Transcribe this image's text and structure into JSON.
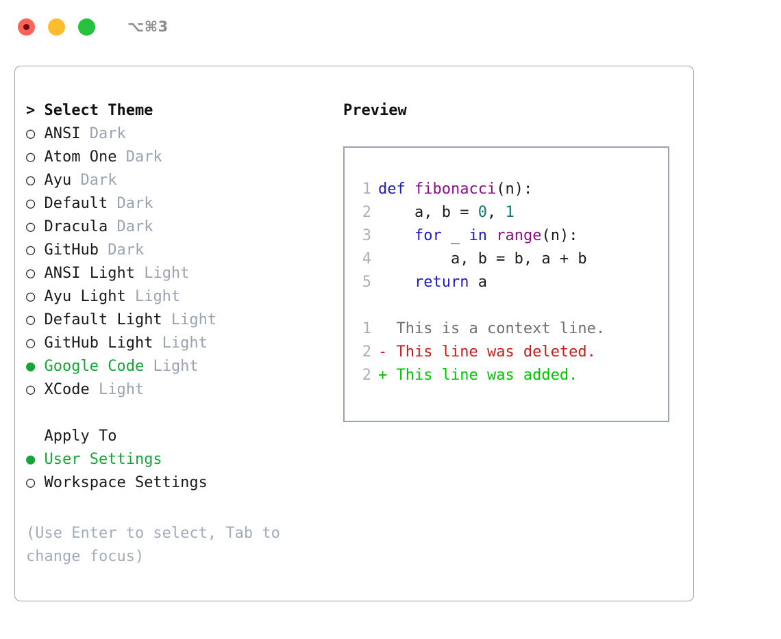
{
  "titlebar": {
    "shortcut": "⌥⌘3",
    "buttons": [
      {
        "name": "close",
        "color": "#ff6259"
      },
      {
        "name": "minimize",
        "color": "#ffbd2e"
      },
      {
        "name": "maximize",
        "color": "#24c23e"
      }
    ]
  },
  "theme_picker": {
    "header": "> Select Theme",
    "options": [
      {
        "bullet": "○",
        "label": "ANSI",
        "tag": "Dark",
        "selected": false
      },
      {
        "bullet": "○",
        "label": "Atom One",
        "tag": "Dark",
        "selected": false
      },
      {
        "bullet": "○",
        "label": "Ayu",
        "tag": "Dark",
        "selected": false
      },
      {
        "bullet": "○",
        "label": "Default",
        "tag": "Dark",
        "selected": false
      },
      {
        "bullet": "○",
        "label": "Dracula",
        "tag": "Dark",
        "selected": false
      },
      {
        "bullet": "○",
        "label": "GitHub",
        "tag": "Dark",
        "selected": false
      },
      {
        "bullet": "○",
        "label": "ANSI Light",
        "tag": "Light",
        "selected": false
      },
      {
        "bullet": "○",
        "label": "Ayu Light",
        "tag": "Light",
        "selected": false
      },
      {
        "bullet": "○",
        "label": "Default Light",
        "tag": "Light",
        "selected": false
      },
      {
        "bullet": "○",
        "label": "GitHub Light",
        "tag": "Light",
        "selected": false
      },
      {
        "bullet": "●",
        "label": "Google Code",
        "tag": "Light",
        "selected": true
      },
      {
        "bullet": "○",
        "label": "XCode",
        "tag": "Light",
        "selected": false
      }
    ]
  },
  "apply_to": {
    "header": "Apply To",
    "options": [
      {
        "bullet": "●",
        "label": "User Settings",
        "selected": true
      },
      {
        "bullet": "○",
        "label": "Workspace Settings",
        "selected": false
      }
    ]
  },
  "hint": "(Use Enter to select, Tab to change focus)",
  "preview": {
    "title": "Preview",
    "code_lines": [
      {
        "lineno": "1",
        "tokens": [
          {
            "text": "def ",
            "kind": "kw"
          },
          {
            "text": "fibonacci",
            "kind": "fn"
          },
          {
            "text": "(n):",
            "kind": "plain"
          }
        ]
      },
      {
        "lineno": "2",
        "tokens": [
          {
            "text": "    a, b = ",
            "kind": "plain"
          },
          {
            "text": "0",
            "kind": "num"
          },
          {
            "text": ", ",
            "kind": "plain"
          },
          {
            "text": "1",
            "kind": "num"
          }
        ]
      },
      {
        "lineno": "3",
        "tokens": [
          {
            "text": "    ",
            "kind": "plain"
          },
          {
            "text": "for",
            "kind": "kw"
          },
          {
            "text": " _ ",
            "kind": "plain"
          },
          {
            "text": "in",
            "kind": "kw"
          },
          {
            "text": " ",
            "kind": "plain"
          },
          {
            "text": "range",
            "kind": "fn"
          },
          {
            "text": "(n):",
            "kind": "plain"
          }
        ]
      },
      {
        "lineno": "4",
        "tokens": [
          {
            "text": "        a, b = b, a + b",
            "kind": "plain"
          }
        ]
      },
      {
        "lineno": "5",
        "tokens": [
          {
            "text": "    ",
            "kind": "plain"
          },
          {
            "text": "return",
            "kind": "kw"
          },
          {
            "text": " a",
            "kind": "plain"
          }
        ]
      }
    ],
    "diff_lines": [
      {
        "lineno": "1",
        "marker": "  ",
        "text": "This is a context line.",
        "kind": "ctx"
      },
      {
        "lineno": "2",
        "marker": "- ",
        "text": "This line was deleted.",
        "kind": "del"
      },
      {
        "lineno": "2",
        "marker": "+ ",
        "text": "This line was added.",
        "kind": "add"
      }
    ]
  },
  "colors": {
    "accent_green": "#16a637",
    "muted": "#9aa3b2",
    "border": "#98a2b3",
    "keyword": "#1c1cc4",
    "function": "#8b0f8b",
    "number": "#0b7a70",
    "diff_delete": "#cc1a1a",
    "diff_add": "#00c400",
    "diff_context": "#6f6f6f",
    "lineno": "#a8b0bf"
  }
}
